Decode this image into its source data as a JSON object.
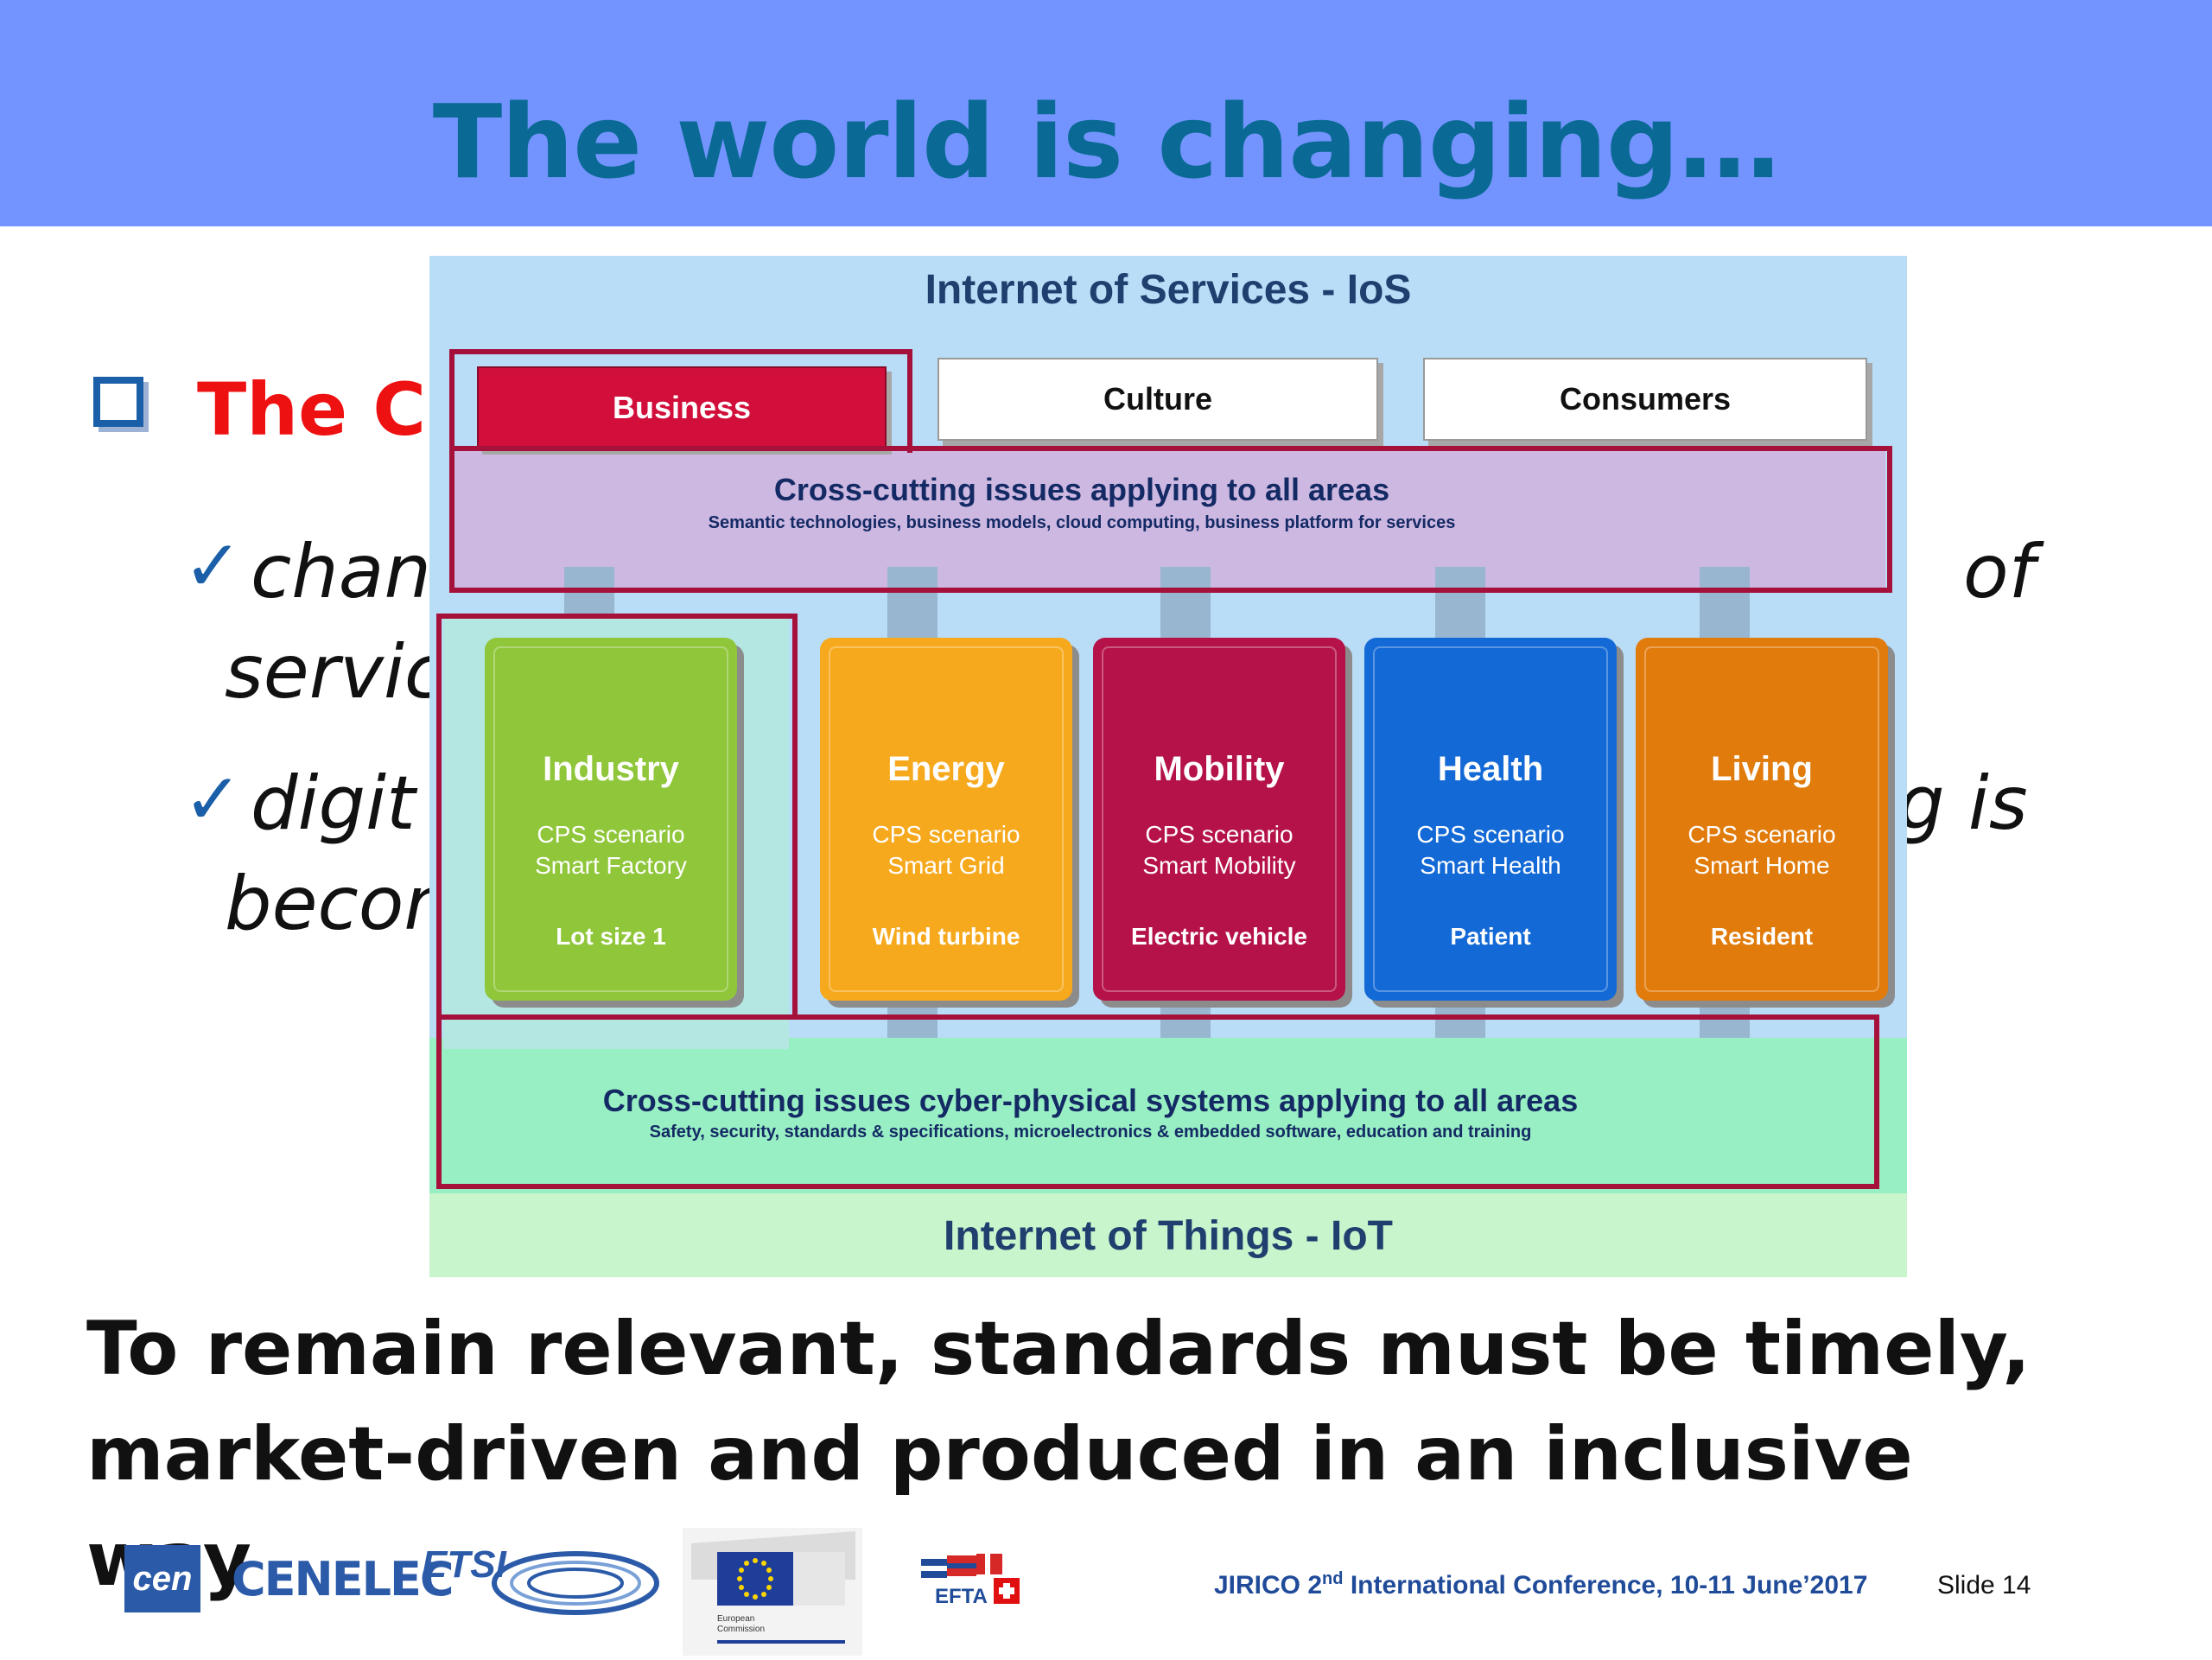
{
  "slide": {
    "title": "The world is changing…",
    "bullet_heading": "The Ch",
    "body": {
      "line1_left": "chang",
      "line1_right": "of",
      "line2_left": "servic",
      "line3_left": "digit",
      "line3_right": "g  is",
      "line4_left": "becon"
    },
    "conclusion": {
      "words_line1": [
        "To",
        "remain",
        "relevant,",
        "standards",
        "must",
        "be",
        "timely,"
      ],
      "line2": "market-driven and produced in an inclusive way"
    }
  },
  "diagram": {
    "top_label": "Internet of Services  - IoS",
    "tabs": [
      "Business",
      "Culture",
      "Consumers"
    ],
    "cross_top": {
      "heading": "Cross-cutting issues applying to all areas",
      "sub": "Semantic technologies, business models, cloud computing, business platform for services"
    },
    "cards": [
      {
        "name": "Industry",
        "scenario1": "CPS scenario",
        "scenario2": "Smart Factory",
        "item": "Lot size 1",
        "color": "#8fc63a"
      },
      {
        "name": "Energy",
        "scenario1": "CPS scenario",
        "scenario2": "Smart Grid",
        "item": "Wind turbine",
        "color": "#f7a91d"
      },
      {
        "name": "Mobility",
        "scenario1": "CPS scenario",
        "scenario2": "Smart Mobility",
        "item": "Electric vehicle",
        "color": "#b5124a"
      },
      {
        "name": "Health",
        "scenario1": "CPS scenario",
        "scenario2": "Smart Health",
        "item": "Patient",
        "color": "#1369d6"
      },
      {
        "name": "Living",
        "scenario1": "CPS scenario",
        "scenario2": "Smart Home",
        "item": "Resident",
        "color": "#e17b0b"
      }
    ],
    "cross_bottom": {
      "heading": "Cross-cutting issues cyber-physical systems applying to all areas",
      "sub": "Safety, security, standards & specifications, microelectronics & embedded software, education and training"
    },
    "bottom_label": "Internet of Things - IoT"
  },
  "footer": {
    "logo_cen": "cen",
    "logo_cenelec": "CENELEC",
    "logo_etsi": "ETSI",
    "logo_eu_caption": "European Commission",
    "logo_efta": "EFTA",
    "conference_pre": "JIRICO 2",
    "conference_sup": "nd",
    "conference_post": " International Conference, 10-11 June’2017",
    "slide_number": "Slide 14"
  }
}
